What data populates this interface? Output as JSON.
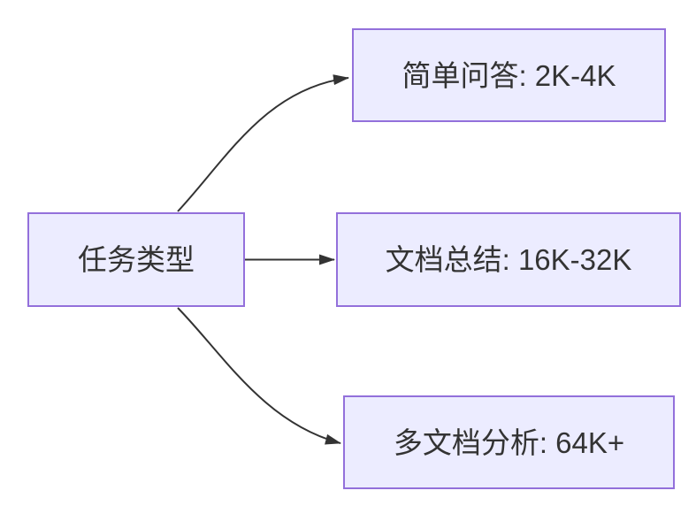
{
  "diagram": {
    "type": "flowchart",
    "direction": "left-to-right",
    "root": {
      "id": "task-type",
      "label": "任务类型"
    },
    "branches": [
      {
        "id": "simple-qa",
        "label": "简单问答: 2K-4K"
      },
      {
        "id": "doc-summary",
        "label": "文档总结: 16K-32K"
      },
      {
        "id": "multi-doc",
        "label": "多文档分析: 64K+"
      }
    ],
    "edges": [
      {
        "from": "任务类型",
        "to": "简单问答: 2K-4K",
        "style": "curved-up",
        "arrow": "filled-triangle"
      },
      {
        "from": "任务类型",
        "to": "文档总结: 16K-32K",
        "style": "straight",
        "arrow": "filled-triangle"
      },
      {
        "from": "任务类型",
        "to": "多文档分析: 64K+",
        "style": "curved-down",
        "arrow": "filled-triangle"
      }
    ],
    "colors": {
      "node_fill": "#ECECFF",
      "node_border": "#9370DB",
      "text": "#333333",
      "edge": "#333333",
      "background": "#FFFFFF"
    }
  }
}
